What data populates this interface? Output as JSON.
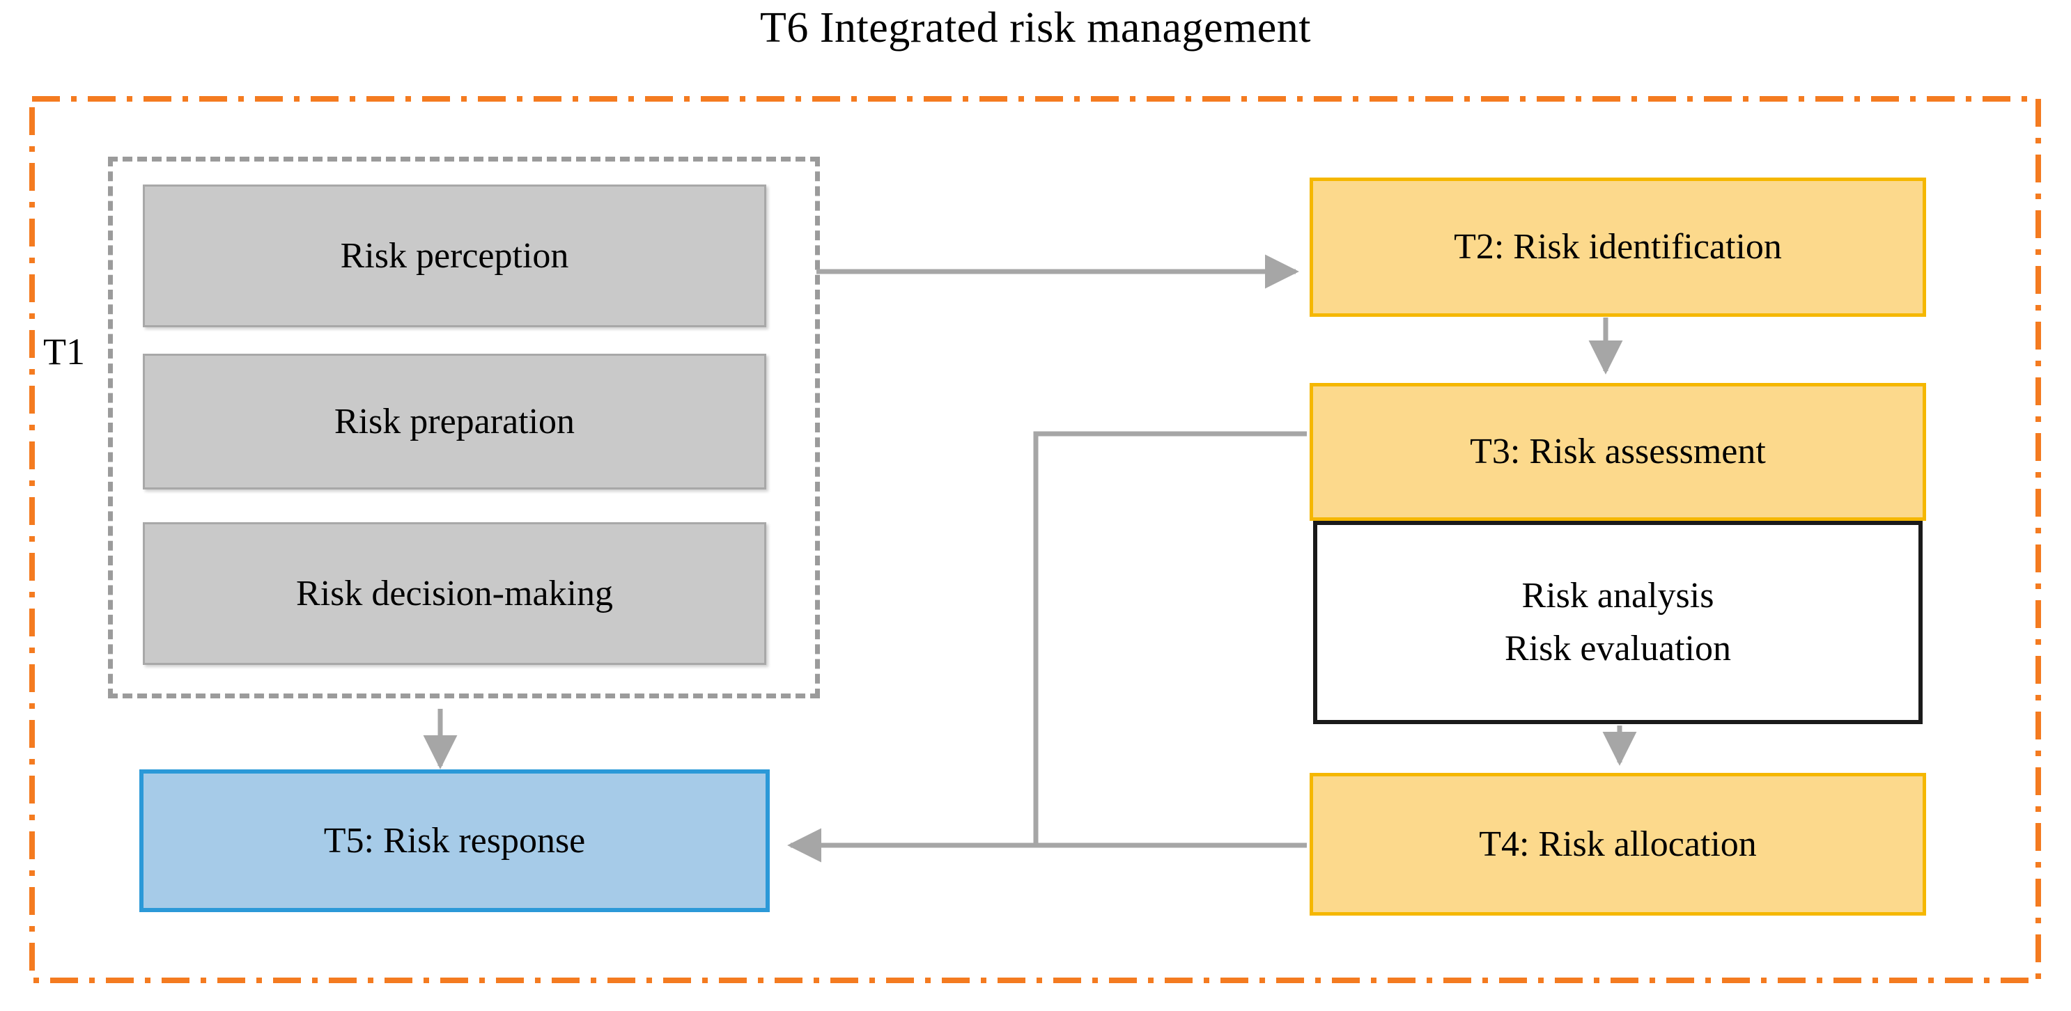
{
  "diagram": {
    "title": "T6 Integrated risk management",
    "group_label": "T1",
    "outer_border_color": "#F47B20",
    "group_border_color": "#9B9B9B",
    "connector_color": "#A6A6A6",
    "gray_box_fill": "#C9C9C9",
    "yellow_box_fill": "#FCD98C",
    "yellow_box_border": "#F5B700",
    "blue_box_fill": "#A6CBE8",
    "blue_box_border": "#2B99D8",
    "white_box_border": "#1A1A1A"
  },
  "t1_group": {
    "label": "T1",
    "items": [
      {
        "label": "Risk perception"
      },
      {
        "label": "Risk preparation"
      },
      {
        "label": "Risk decision-making"
      }
    ]
  },
  "nodes": {
    "t2": {
      "label": "T2: Risk identification"
    },
    "t3": {
      "label": "T3: Risk assessment"
    },
    "t3_detail": {
      "lines": [
        "Risk analysis",
        "Risk evaluation"
      ]
    },
    "t4": {
      "label": "T4: Risk allocation"
    },
    "t5": {
      "label": "T5: Risk response"
    }
  },
  "flow": {
    "edges": [
      {
        "from": "T1",
        "to": "T2"
      },
      {
        "from": "T2",
        "to": "T3"
      },
      {
        "from": "T3 detail",
        "to": "T4"
      },
      {
        "from": "T4",
        "to": "T5"
      },
      {
        "from": "T3",
        "to": "T5"
      },
      {
        "from": "T5",
        "to": "T1"
      }
    ]
  }
}
